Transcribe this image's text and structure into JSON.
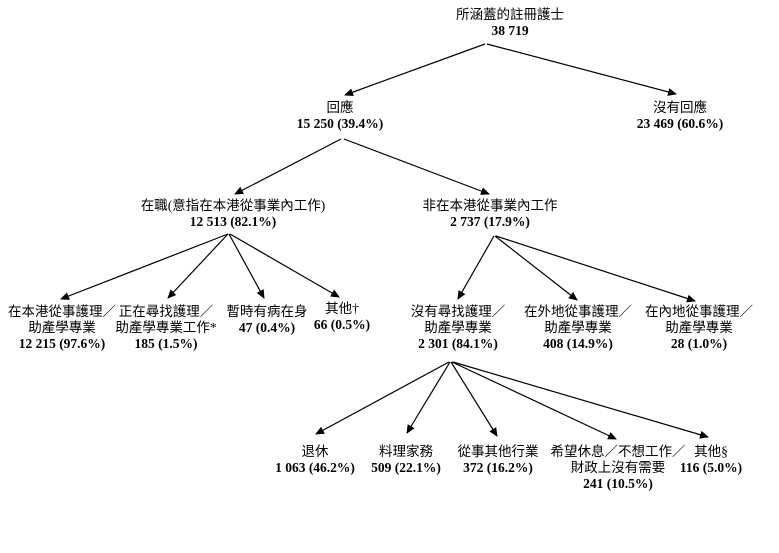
{
  "diagram_title": "所涵蓋的註冊護士",
  "colors": {
    "line": "#000000",
    "text": "#000000",
    "background": "#ffffff"
  },
  "nodes": {
    "root": {
      "lines": [
        "所涵蓋的註冊護士"
      ],
      "value": "38 719"
    },
    "responded": {
      "lines": [
        "回應"
      ],
      "value": "15 250 (39.4%)"
    },
    "no_response": {
      "lines": [
        "沒有回應"
      ],
      "value": "23 469 (60.6%)"
    },
    "employed": {
      "lines": [
        "在職(意指在本港從事業內工作)"
      ],
      "value": "12 513 (82.1%)"
    },
    "not_in_profession": {
      "lines": [
        "非在本港從事業內工作"
      ],
      "value": "2 737 (17.9%)"
    },
    "practising_hk": {
      "lines": [
        "在本港從事護理／",
        "助產學專業"
      ],
      "value": "12 215 (97.6%)"
    },
    "seeking_work": {
      "lines": [
        "正在尋找護理／",
        "助產學專業工作*"
      ],
      "value": "185 (1.5%)"
    },
    "temporarily_ill": {
      "lines": [
        "暫時有病在身"
      ],
      "value": "47 (0.4%)"
    },
    "others_dagger": {
      "lines": [
        "其他†"
      ],
      "value": "66 (0.5%)"
    },
    "not_seeking": {
      "lines": [
        "沒有尋找護理／",
        "助產學專業"
      ],
      "value": "2 301 (84.1%)"
    },
    "overseas": {
      "lines": [
        "在外地從事護理／",
        "助產學專業"
      ],
      "value": "408 (14.9%)"
    },
    "mainland": {
      "lines": [
        "在內地從事護理／",
        "助產學專業"
      ],
      "value": "28 (1.0%)"
    },
    "retired": {
      "lines": [
        "退休"
      ],
      "value": "1 063 (46.2%)"
    },
    "housework": {
      "lines": [
        "料理家務"
      ],
      "value": "509 (22.1%)"
    },
    "other_industry": {
      "lines": [
        "從事其他行業"
      ],
      "value": "372 (16.2%)"
    },
    "rest": {
      "lines": [
        "希望休息／不想工作／",
        "財政上沒有需要"
      ],
      "value": "241 (10.5%)"
    },
    "others_section": {
      "lines": [
        "其他§"
      ],
      "value": "116 (5.0%)"
    }
  }
}
